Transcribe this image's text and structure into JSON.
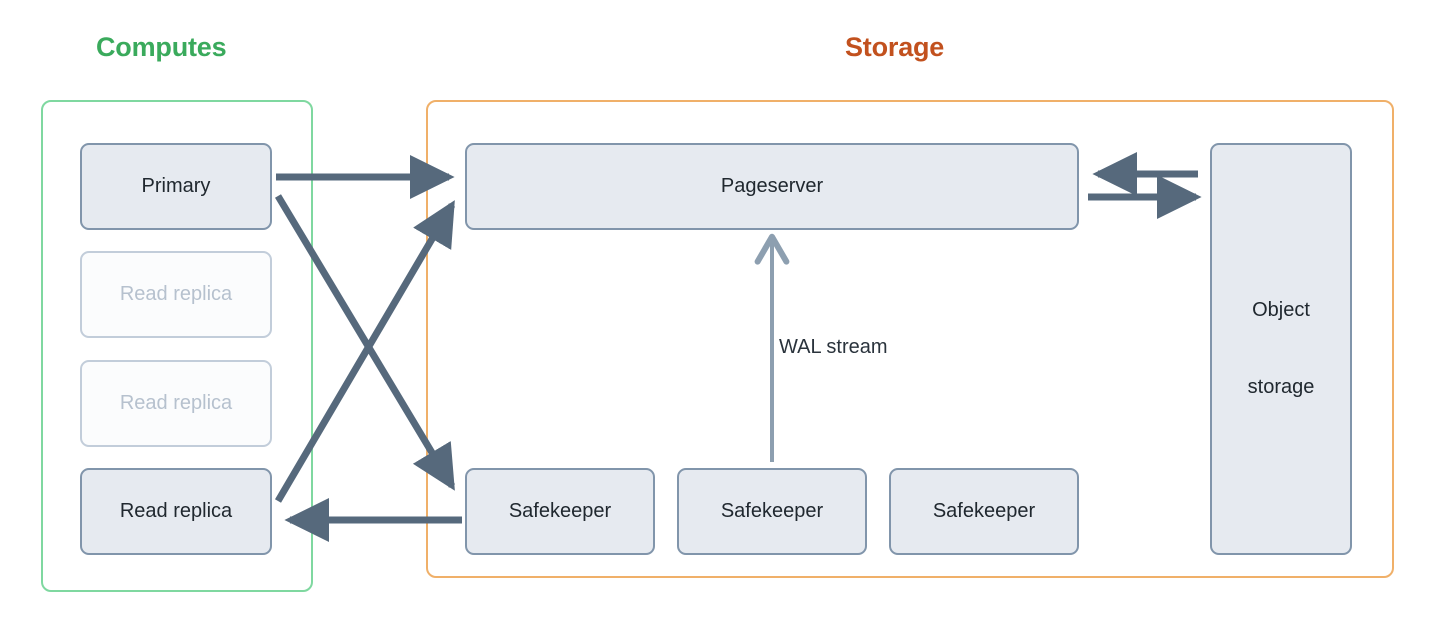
{
  "diagram": {
    "title_computes": "Computes",
    "title_storage": "Storage",
    "colors": {
      "computes_accent": "#3AAA5C",
      "computes_border": "#7FD8A0",
      "storage_accent": "#C2511E",
      "storage_border": "#F0B069",
      "node_fill": "#E6EAF0",
      "node_border": "#8195AB",
      "node_text": "#20282F",
      "node_dim_fill": "#FBFCFD",
      "node_dim_border": "#C2CDDA",
      "node_dim_text": "#B6C1CE",
      "arrow": "#56697C",
      "arrow_light": "#8D9FB0"
    }
  },
  "computes": {
    "nodes": [
      {
        "label": "Primary",
        "state": "active"
      },
      {
        "label": "Read replica",
        "state": "inactive"
      },
      {
        "label": "Read replica",
        "state": "inactive"
      },
      {
        "label": "Read replica",
        "state": "active"
      }
    ]
  },
  "storage": {
    "pageserver": {
      "label": "Pageserver"
    },
    "safekeepers": [
      {
        "label": "Safekeeper"
      },
      {
        "label": "Safekeeper"
      },
      {
        "label": "Safekeeper"
      }
    ],
    "object_storage": {
      "label_line_1": "Object",
      "label_line_2": "storage"
    }
  },
  "edges": {
    "wal_stream_label": "WAL stream",
    "connections": [
      {
        "from": "Primary",
        "to": "Pageserver",
        "style": "thick",
        "direction": "forward"
      },
      {
        "from": "Primary",
        "to": "Safekeeper",
        "style": "thick",
        "direction": "forward"
      },
      {
        "from": "Read replica",
        "to": "Pageserver",
        "style": "thick",
        "direction": "forward"
      },
      {
        "from": "Safekeeper",
        "to": "Read replica",
        "style": "thick",
        "direction": "forward"
      },
      {
        "from": "Object storage",
        "to": "Pageserver",
        "style": "thick",
        "direction": "forward"
      },
      {
        "from": "Pageserver",
        "to": "Object storage",
        "style": "thick",
        "direction": "forward"
      },
      {
        "from": "Safekeeper",
        "to": "Pageserver",
        "style": "thin",
        "direction": "forward",
        "label": "WAL stream"
      }
    ]
  }
}
